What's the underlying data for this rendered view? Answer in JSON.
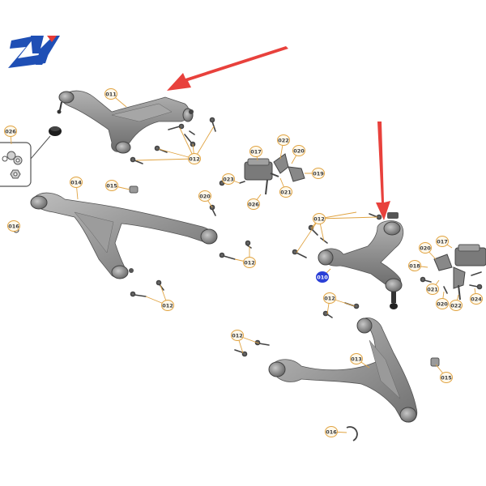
{
  "logo": {
    "text": "ZY",
    "primary_color": "#1f4fb5",
    "accent_color": "#e53935"
  },
  "colors": {
    "part_fill": "#8f8f8f",
    "part_shade": "#6e6e6e",
    "part_light": "#b4b4b4",
    "callout_stroke": "#e0a341",
    "callout_fill": "#fff9ec",
    "leader": "#e0a341",
    "arrow": "#e8413c",
    "highlight_fill": "#2a3fd6",
    "highlight_text": "#ffffff"
  },
  "callouts": [
    {
      "label": "011",
      "highlight": false
    },
    {
      "label": "012",
      "highlight": false
    },
    {
      "label": "026",
      "highlight": false
    },
    {
      "label": "014",
      "highlight": false
    },
    {
      "label": "015",
      "highlight": false
    },
    {
      "label": "016",
      "highlight": false
    },
    {
      "label": "020",
      "highlight": false
    },
    {
      "label": "012",
      "highlight": false
    },
    {
      "label": "012",
      "highlight": false
    },
    {
      "label": "017",
      "highlight": false
    },
    {
      "label": "022",
      "highlight": false
    },
    {
      "label": "020",
      "highlight": false
    },
    {
      "label": "023",
      "highlight": false
    },
    {
      "label": "019",
      "highlight": false
    },
    {
      "label": "021",
      "highlight": false
    },
    {
      "label": "026",
      "highlight": false
    },
    {
      "label": "012",
      "highlight": false
    },
    {
      "label": "020",
      "highlight": false
    },
    {
      "label": "017",
      "highlight": false
    },
    {
      "label": "018",
      "highlight": false
    },
    {
      "label": "010",
      "highlight": true
    },
    {
      "label": "021",
      "highlight": false
    },
    {
      "label": "020",
      "highlight": false
    },
    {
      "label": "022",
      "highlight": false
    },
    {
      "label": "024",
      "highlight": false
    },
    {
      "label": "012",
      "highlight": false
    },
    {
      "label": "012",
      "highlight": false
    },
    {
      "label": "013",
      "highlight": false
    },
    {
      "label": "015",
      "highlight": false
    },
    {
      "label": "016",
      "highlight": false
    }
  ]
}
